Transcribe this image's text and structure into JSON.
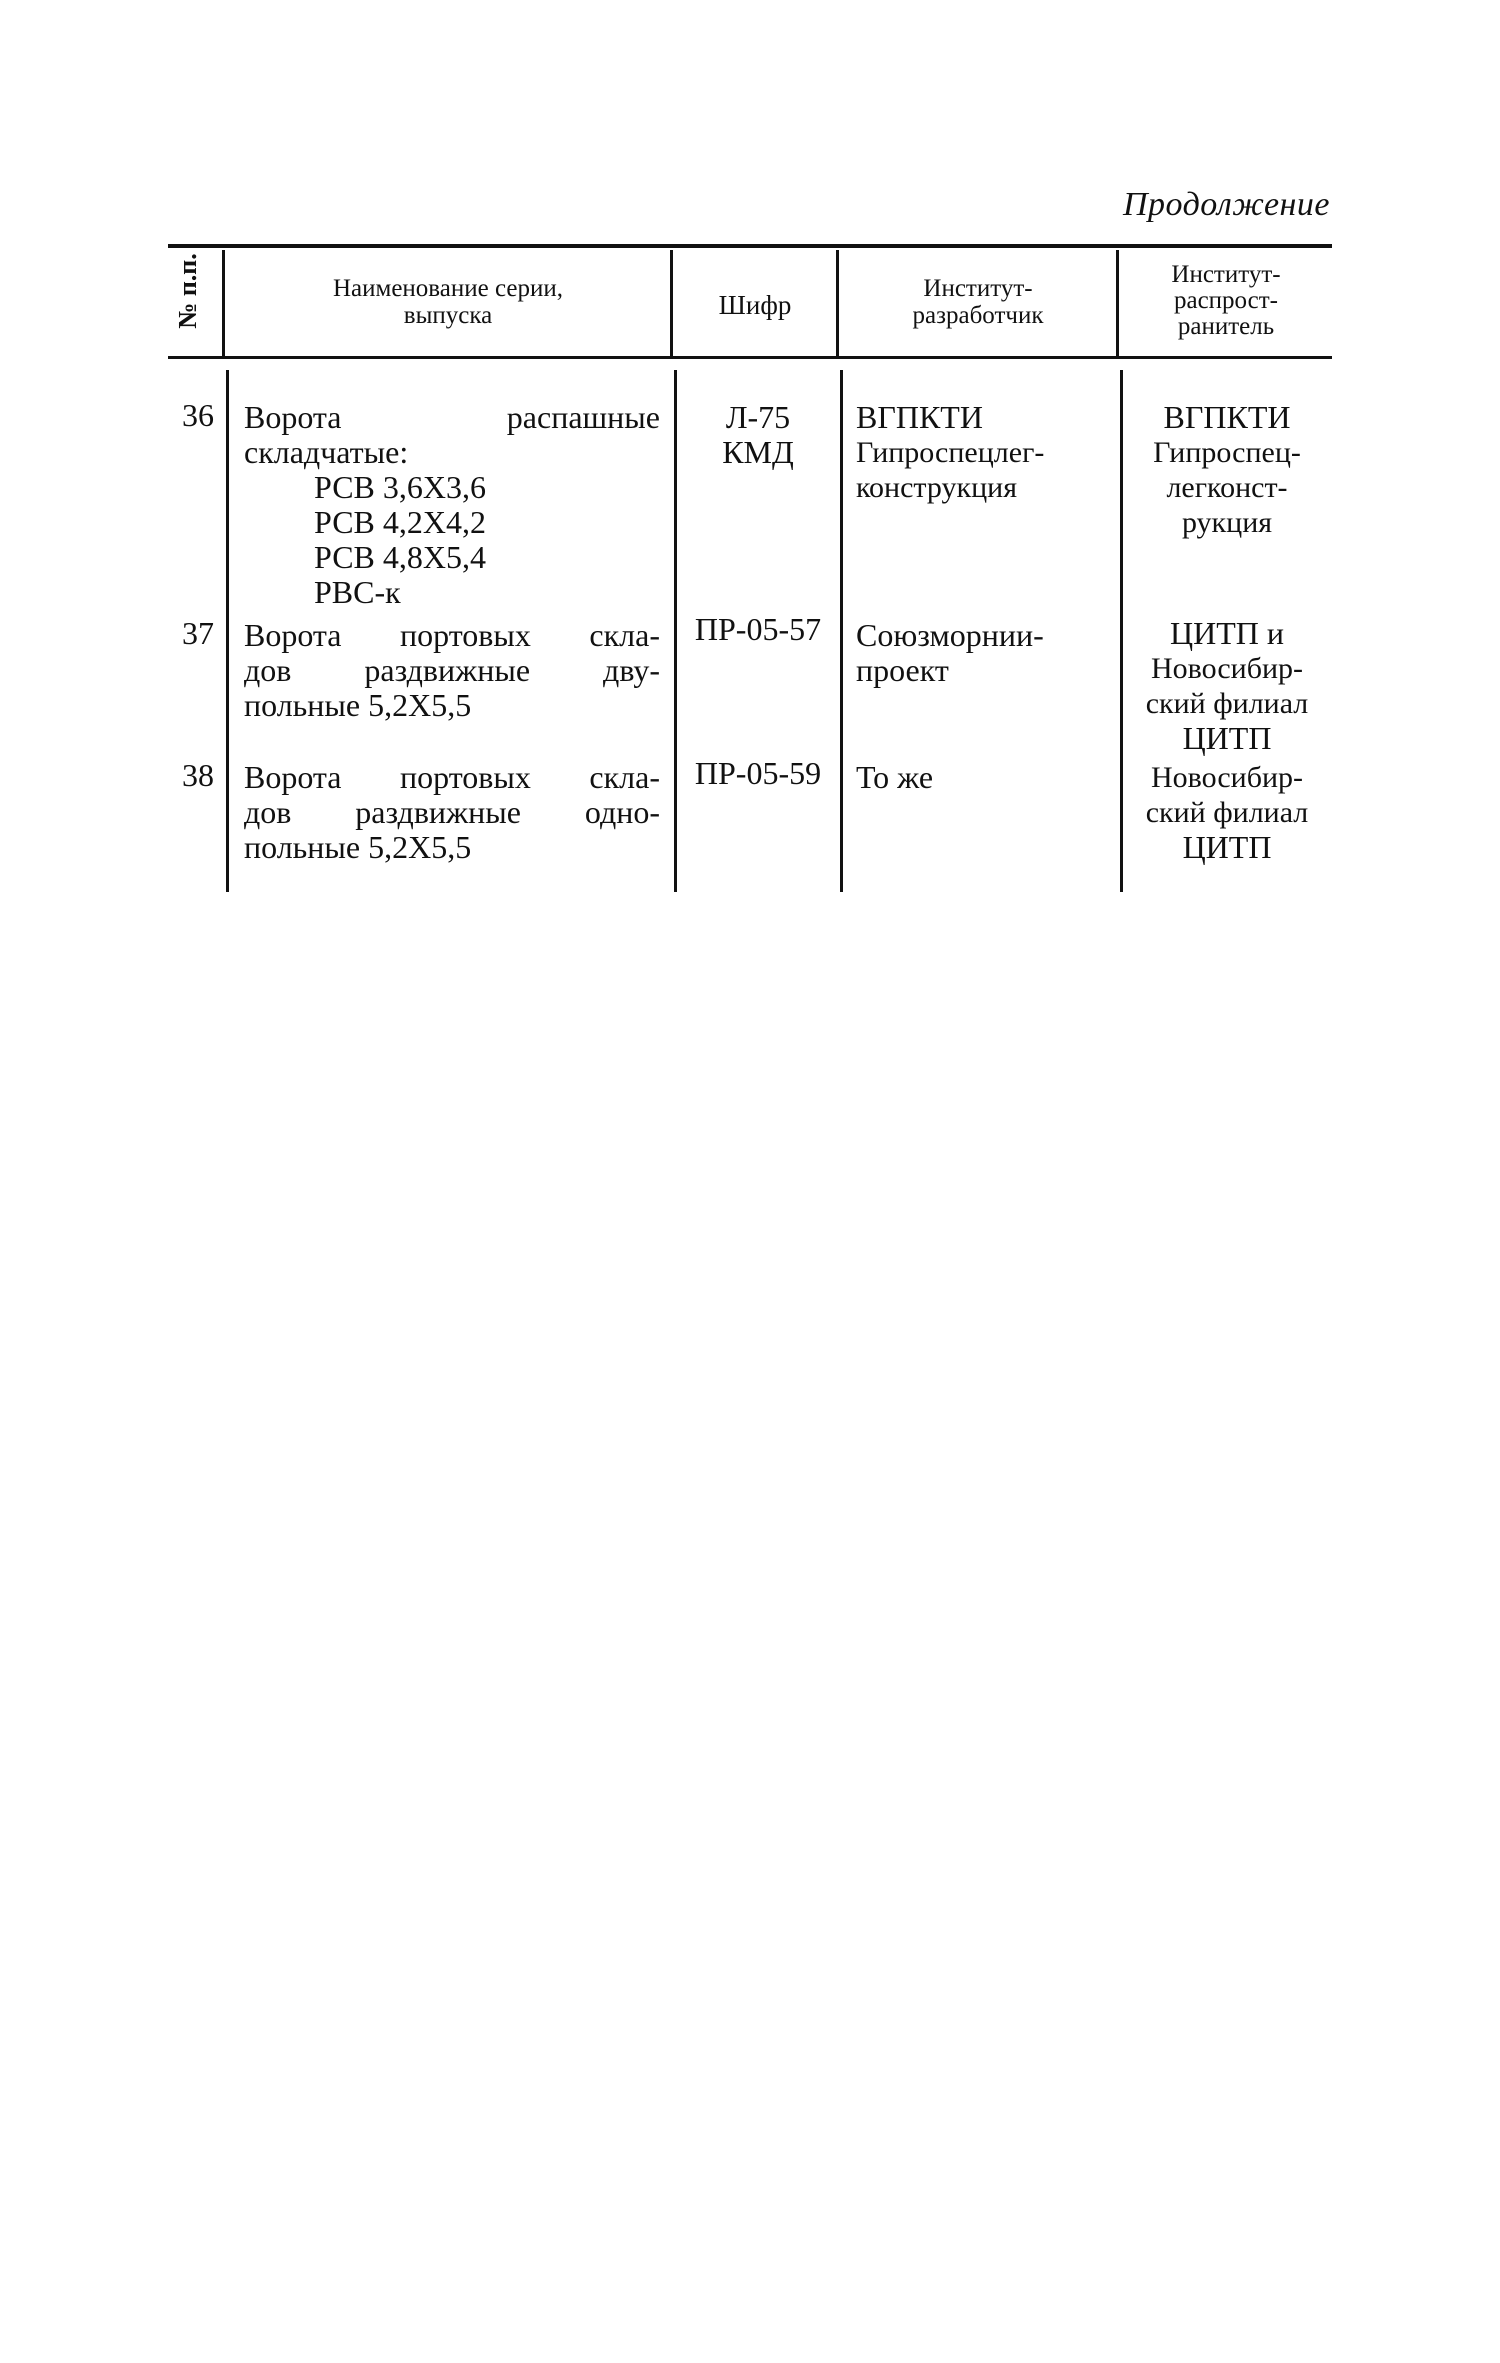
{
  "continuation_label": "Продолжение",
  "header": {
    "num": "№ п.п.",
    "name": [
      "Наименование серии,",
      "выпуска"
    ],
    "code": "Шифр",
    "developer": [
      "Институт-",
      "разработчик"
    ],
    "distributor": [
      "Институт-",
      "распрост-",
      "ранитель"
    ]
  },
  "rows": [
    {
      "num": "36",
      "name": [
        "Ворота распашные",
        "складчатые:",
        "РСВ 3,6Х3,6",
        "РСВ 4,2Х4,2",
        "РСВ 4,8Х5,4",
        "РВС-к"
      ],
      "code": [
        "Л-75",
        "КМД"
      ],
      "developer": [
        "ВГПКТИ",
        "Гипроспецлег-",
        "конструкция"
      ],
      "distributor": [
        "ВГПКТИ",
        "Гипроспец-",
        "легконст-",
        "рукция"
      ]
    },
    {
      "num": "37",
      "name": [
        "Ворота портовых скла-",
        "дов раздвижные дву-",
        "польные 5,2Х5,5"
      ],
      "code": [
        "ПР-05-57"
      ],
      "developer": [
        "Союзморнии-",
        "проект"
      ],
      "distributor": [
        "ЦИТП и",
        "Новосибир-",
        "ский филиал",
        "ЦИТП"
      ]
    },
    {
      "num": "38",
      "name": [
        "Ворота портовых скла-",
        "дов раздвижные одно-",
        "польные 5,2Х5,5"
      ],
      "code": [
        "ПР-05-59"
      ],
      "developer": [
        "То же"
      ],
      "distributor": [
        "Новосибир-",
        "ский филиал",
        "ЦИТП"
      ]
    }
  ]
}
